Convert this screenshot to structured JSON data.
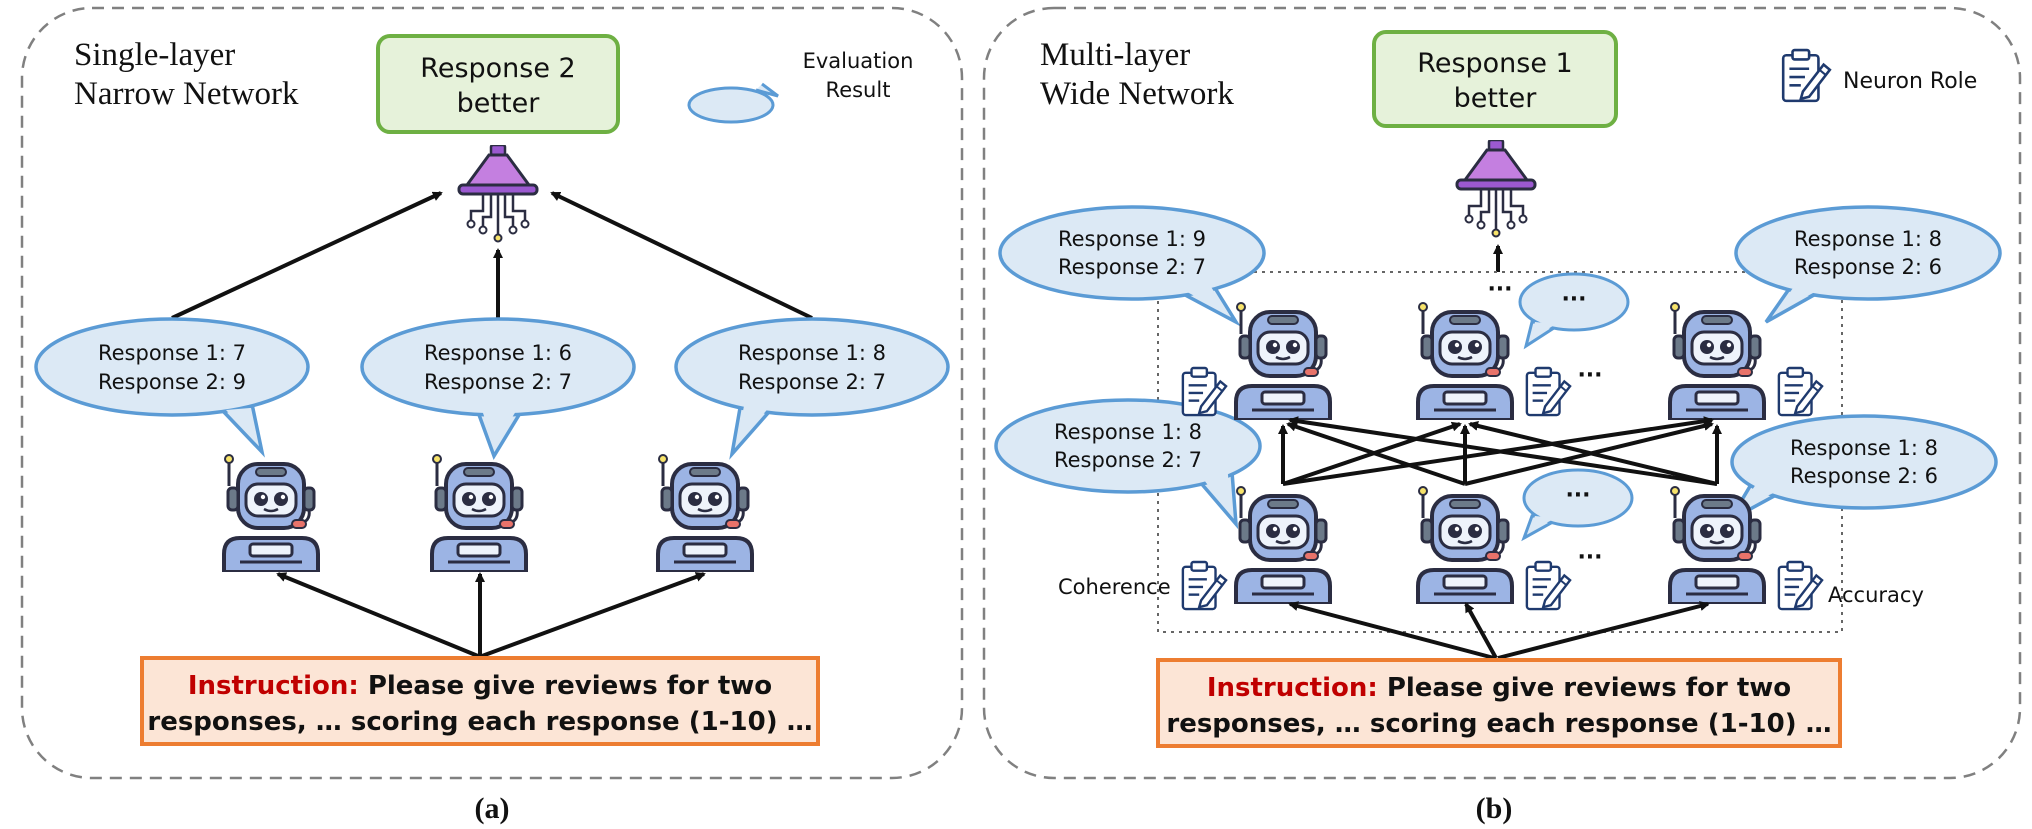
{
  "panel_a": {
    "title_line1": "Single-layer",
    "title_line2": "Narrow Network",
    "output_line1": "Response 2",
    "output_line2": "better",
    "legend_line1": "Evaluation",
    "legend_line2": "Result",
    "bubbles": [
      {
        "line1": "Response 1: 7",
        "line2": "Response 2: 9"
      },
      {
        "line1": "Response 1: 6",
        "line2": "Response 2: 7"
      },
      {
        "line1": "Response 1: 8",
        "line2": "Response 2: 7"
      }
    ],
    "instruction_label": "Instruction:",
    "instruction_line1": " Please give reviews for two",
    "instruction_line2": "responses, … scoring each response (1-10) …",
    "caption": "(a)"
  },
  "panel_b": {
    "title_line1": "Multi-layer",
    "title_line2": "Wide Network",
    "output_line1": "Response 1",
    "output_line2": "better",
    "legend_label": "Neuron Role",
    "bubbles": [
      {
        "line1": "Response 1: 9",
        "line2": "Response 2: 7"
      },
      {
        "line1": "Response 1: 8",
        "line2": "Response 2: 6"
      },
      {
        "line1": "Response 1: 8",
        "line2": "Response 2: 7"
      },
      {
        "line1": "Response 1: 8",
        "line2": "Response 2: 6"
      }
    ],
    "ellipsis": "…",
    "ellipsis_dots": "···",
    "role_left": "Coherence",
    "role_right": "Accuracy",
    "instruction_label": "Instruction:",
    "instruction_line1": " Please give reviews for two",
    "instruction_line2": "responses, … scoring each response (1-10) …",
    "caption": "(b)"
  },
  "colors": {
    "panel_border": "#808080",
    "output_fill": "#e6f2da",
    "output_border": "#6eb043",
    "bubble_fill": "#dce9f5",
    "bubble_border": "#5b9bd5",
    "instruction_fill": "#fce5d6",
    "instruction_border": "#ed7d31",
    "instruction_label": "#c00000",
    "funnel": "#c47fe0",
    "robot_body": "#9cb4e4",
    "robot_dark": "#2b2d42"
  }
}
